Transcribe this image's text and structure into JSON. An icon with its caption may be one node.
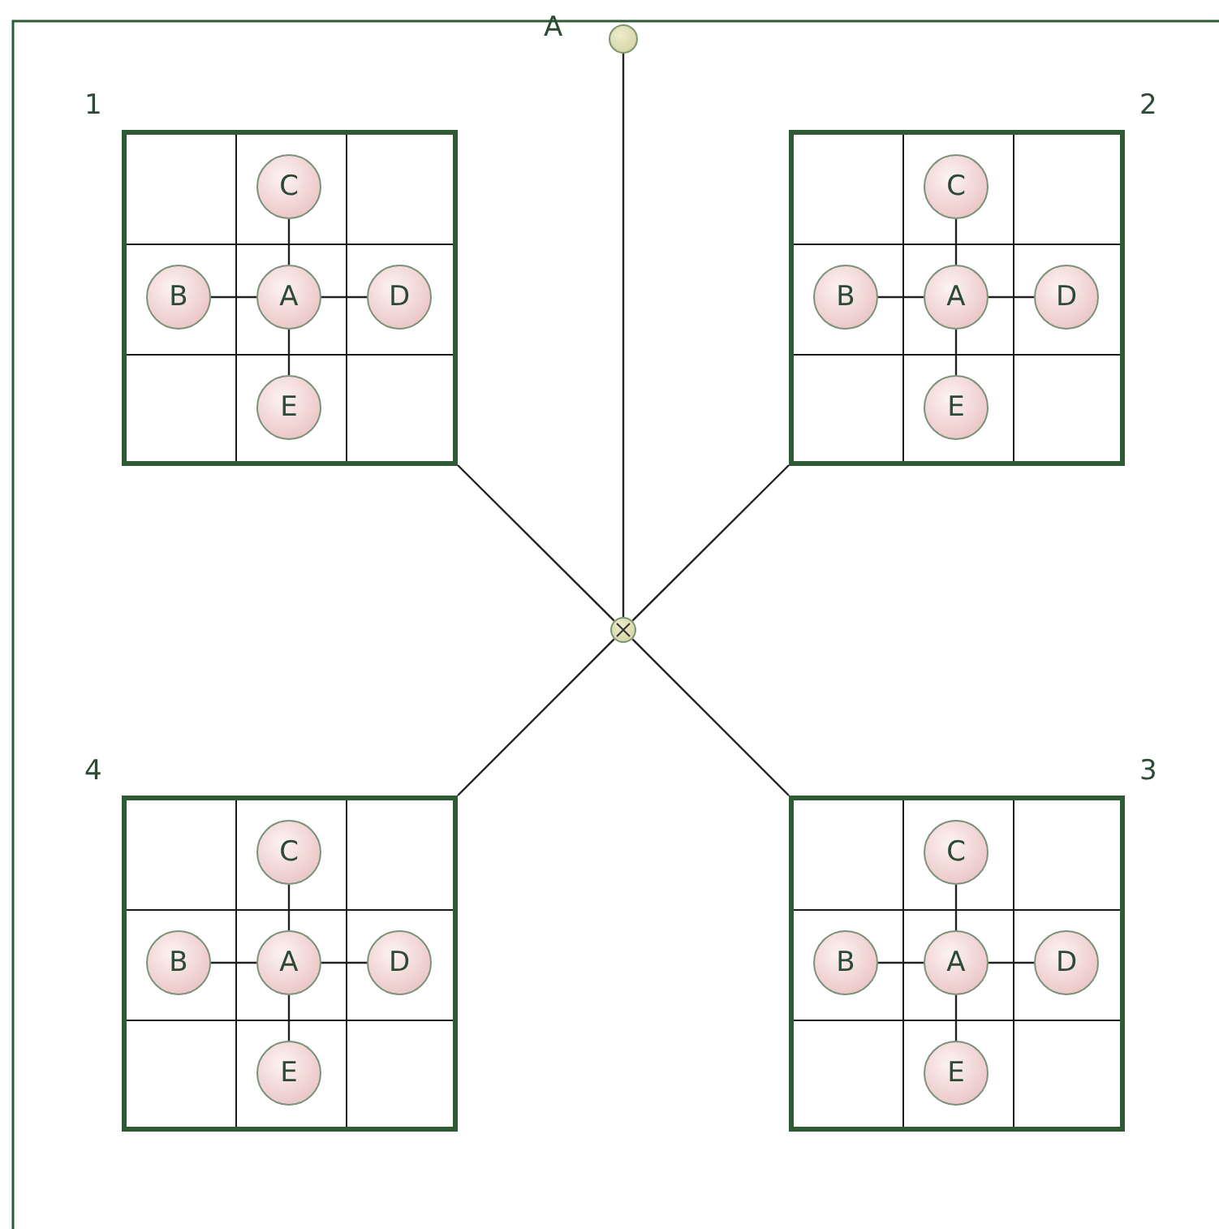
{
  "diagram": {
    "nodes": [
      {
        "text": [],
        "shape": "circle",
        "beside": [
          "A"
        ]
      },
      {
        "text": [],
        "shape": "box",
        "beside": [
          "1"
        ]
      },
      {
        "text": [
          "C"
        ],
        "in": 1
      },
      {
        "text": [
          "B"
        ],
        "in": 1
      },
      {
        "text": [
          "A"
        ],
        "in": 1
      },
      {
        "text": [
          "D"
        ],
        "in": 1
      },
      {
        "text": [
          "E"
        ],
        "in": 1
      },
      {
        "text": [],
        "shape": "box",
        "beside": [
          "2"
        ]
      },
      {
        "text": [
          "C"
        ],
        "in": 7
      },
      {
        "text": [
          "B"
        ],
        "in": 7
      },
      {
        "text": [
          "A"
        ],
        "in": 7
      },
      {
        "text": [
          "D"
        ],
        "in": 7
      },
      {
        "text": [
          "E"
        ],
        "in": 7
      },
      {
        "text": [],
        "shape": "circle"
      },
      {
        "text": [],
        "shape": "box",
        "beside": [
          "4"
        ]
      },
      {
        "text": [
          "C"
        ],
        "in": 14
      },
      {
        "text": [
          "B"
        ],
        "in": 14
      },
      {
        "text": [
          "A"
        ],
        "in": 14
      },
      {
        "text": [
          "D"
        ],
        "in": 14
      },
      {
        "text": [
          "E"
        ],
        "in": 14
      },
      {
        "text": [],
        "shape": "box",
        "beside": [
          "3"
        ]
      },
      {
        "text": [
          "C"
        ],
        "in": 20
      },
      {
        "text": [
          "B"
        ],
        "in": 20
      },
      {
        "text": [
          "A"
        ],
        "in": 20
      },
      {
        "text": [
          "D"
        ],
        "in": 20
      },
      {
        "text": [
          "E"
        ],
        "in": 20
      }
    ],
    "edges": [
      {
        "from": 0,
        "to": 13,
        "arrow": "none"
      },
      {
        "from": 13,
        "to": 1,
        "arrow": "none"
      },
      {
        "from": 13,
        "to": 7,
        "arrow": "none"
      },
      {
        "from": 13,
        "to": 14,
        "arrow": "none"
      },
      {
        "from": 13,
        "to": 20,
        "arrow": "none"
      },
      {
        "from": 4,
        "to": 2,
        "arrow": "none"
      },
      {
        "from": 4,
        "to": 3,
        "arrow": "none"
      },
      {
        "from": 4,
        "to": 5,
        "arrow": "none"
      },
      {
        "from": 4,
        "to": 6,
        "arrow": "none"
      },
      {
        "from": 10,
        "to": 8,
        "arrow": "none"
      },
      {
        "from": 10,
        "to": 9,
        "arrow": "none"
      },
      {
        "from": 10,
        "to": 11,
        "arrow": "none"
      },
      {
        "from": 10,
        "to": 12,
        "arrow": "none"
      },
      {
        "from": 17,
        "to": 15,
        "arrow": "none"
      },
      {
        "from": 17,
        "to": 16,
        "arrow": "none"
      },
      {
        "from": 17,
        "to": 18,
        "arrow": "none"
      },
      {
        "from": 17,
        "to": 19,
        "arrow": "none"
      },
      {
        "from": 23,
        "to": 21,
        "arrow": "none"
      },
      {
        "from": 23,
        "to": 22,
        "arrow": "none"
      },
      {
        "from": 23,
        "to": 24,
        "arrow": "none"
      },
      {
        "from": 23,
        "to": 25,
        "arrow": "none"
      }
    ]
  }
}
